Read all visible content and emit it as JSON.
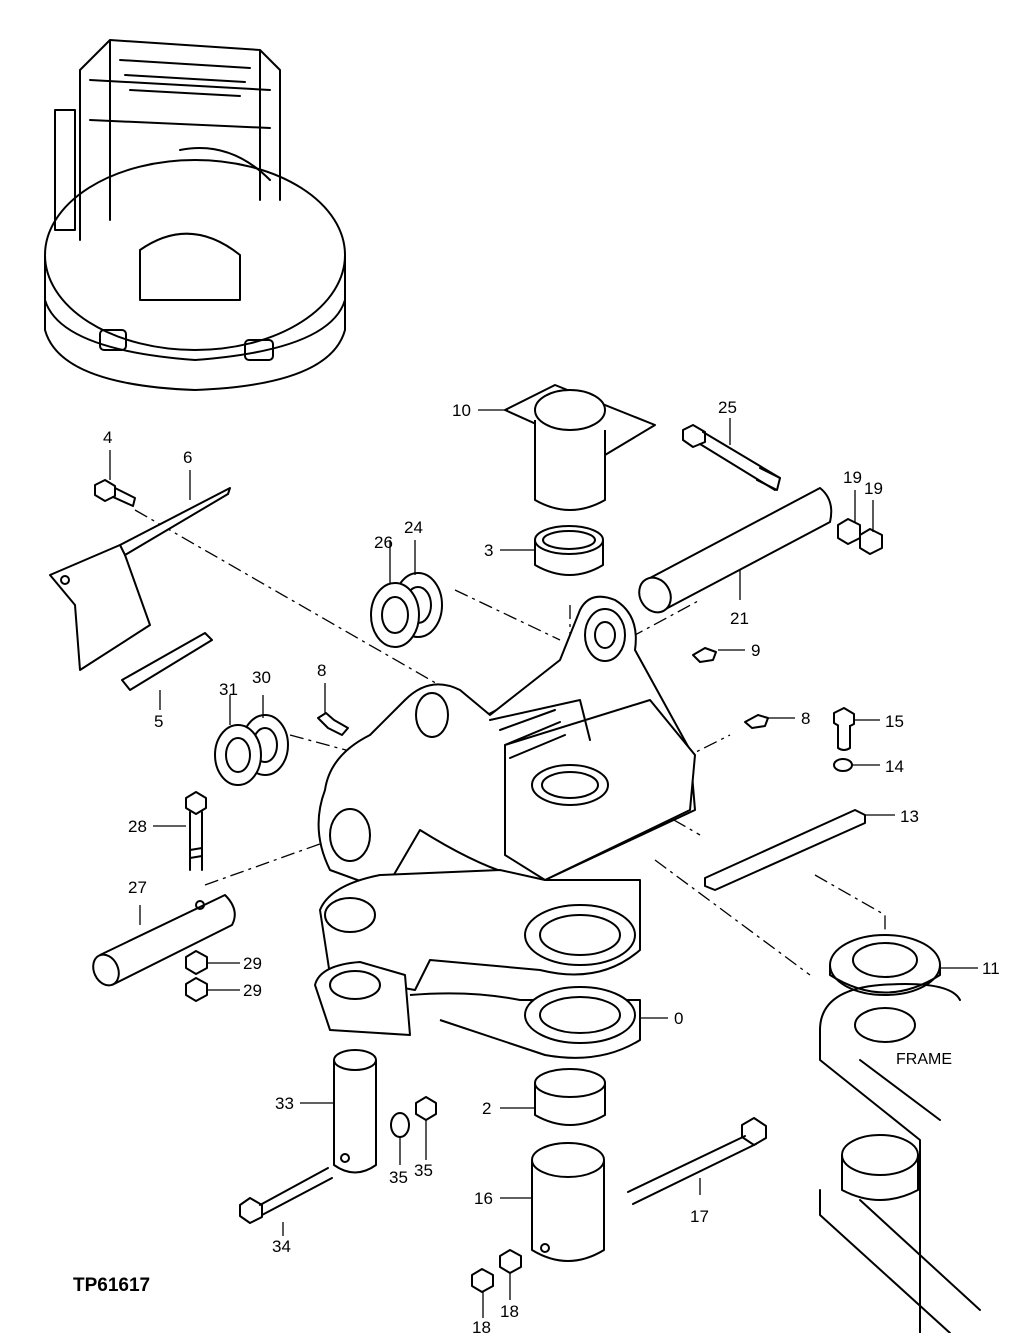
{
  "diagram": {
    "figure_id": "TP61617",
    "frame_label": "FRAME",
    "callouts": [
      "0",
      "2",
      "3",
      "4",
      "5",
      "6",
      "8",
      "8",
      "9",
      "10",
      "11",
      "13",
      "14",
      "15",
      "16",
      "17",
      "18",
      "18",
      "19",
      "19",
      "21",
      "24",
      "25",
      "26",
      "27",
      "28",
      "29",
      "29",
      "30",
      "31",
      "33",
      "34",
      "35",
      "35"
    ]
  }
}
